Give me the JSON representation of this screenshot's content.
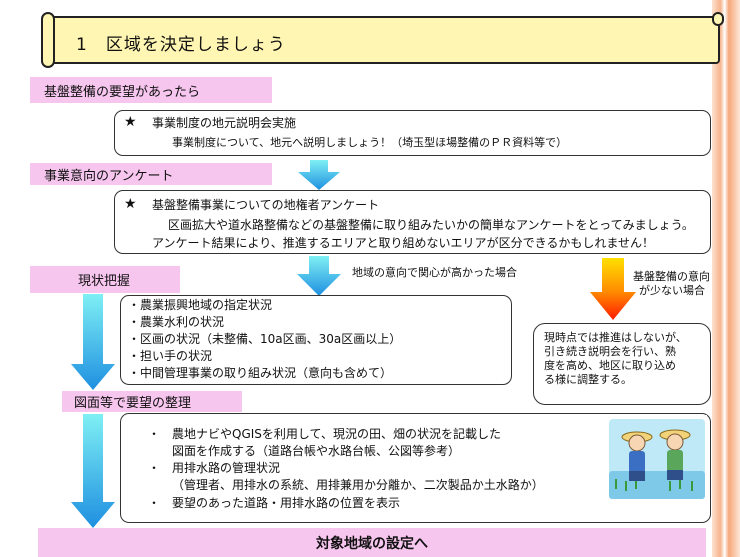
{
  "title": "1　区域を決定しましょう",
  "sections": {
    "request": "基盤整備の要望があったら",
    "survey": "事業意向のアンケート",
    "status": "現状把握",
    "maps": "図面等で要望の整理",
    "final": "対象地域の設定へ"
  },
  "briefing": {
    "star": "★",
    "title": "事業制度の地元説明会実施",
    "body": "事業制度について、地元へ説明しましょう！（埼玉型ほ場整備のＰＲ資料等で）"
  },
  "questionnaire": {
    "star": "★",
    "title": "基盤整備事業についての地権者アンケート",
    "line1": "区画拡大や道水路整備などの基盤整備に取り組みたいかの簡単なアンケートをとってみましょう。",
    "line2": "アンケート結果により、推進するエリアと取り組めないエリアが区分できるかもしれません！"
  },
  "arrows": {
    "high_interest": "地域の意向で関心が高かった場合",
    "low_interest_1": "基盤整備の意向",
    "low_interest_2": "が少ない場合"
  },
  "status_items": [
    "・農業振興地域の指定状況",
    "・農業水利の状況",
    "・区画の状況（未整備、10a区画、30a区画以上）",
    "・担い手の状況",
    "・中間管理事業の取り組み状況（意向も含めて）"
  ],
  "side_note": [
    "現時点では推進はしないが、",
    "引き続き説明会を行い、熟",
    "度を高め、地区に取り込め",
    "る様に調整する。"
  ],
  "map_items": {
    "b1": "・",
    "l1": "農地ナビやQGISを利用して、現況の田、畑の状況を記載した",
    "l2": "図面を作成する（道路台帳や水路台帳、公図等参考）",
    "b2": "・",
    "l3": "用排水路の管理状況",
    "l4": "（管理者、用排水の系統、用排兼用か分離か、二次製品か土水路か）",
    "b3": "・",
    "l5": "要望のあった道路・用排水路の位置を表示"
  },
  "colors": {
    "pink": "#f7c6ef",
    "scroll": "#fff6b3",
    "blue": "#1e8fe0",
    "cyan": "#5fe6f0",
    "red": "#ff1a00",
    "yellow": "#ffe000"
  },
  "icons": {
    "farmers": "farmers-illustration"
  }
}
